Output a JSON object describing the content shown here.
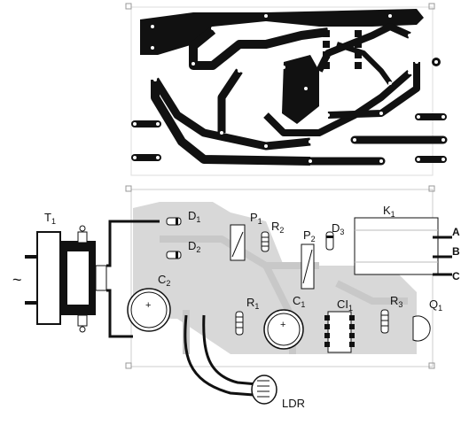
{
  "labels": {
    "T": "T",
    "T_sub": "1",
    "D1": "D",
    "D1_sub": "1",
    "D2": "D",
    "D2_sub": "2",
    "P1": "P",
    "P1_sub": "1",
    "R2": "R",
    "R2_sub": "2",
    "P2": "P",
    "P2_sub": "2",
    "D3": "D",
    "D3_sub": "3",
    "K1": "K",
    "K1_sub": "1",
    "C2": "C",
    "C2_sub": "2",
    "R1": "R",
    "R1_sub": "1",
    "C1": "C",
    "C1_sub": "1",
    "CI1": "CI",
    "CI1_sub": "1",
    "R3": "R",
    "R3_sub": "3",
    "Q1": "Q",
    "Q1_sub": "1",
    "LDR": "LDR",
    "termA": "A",
    "termB": "B",
    "termC": "C",
    "ac": "~"
  }
}
